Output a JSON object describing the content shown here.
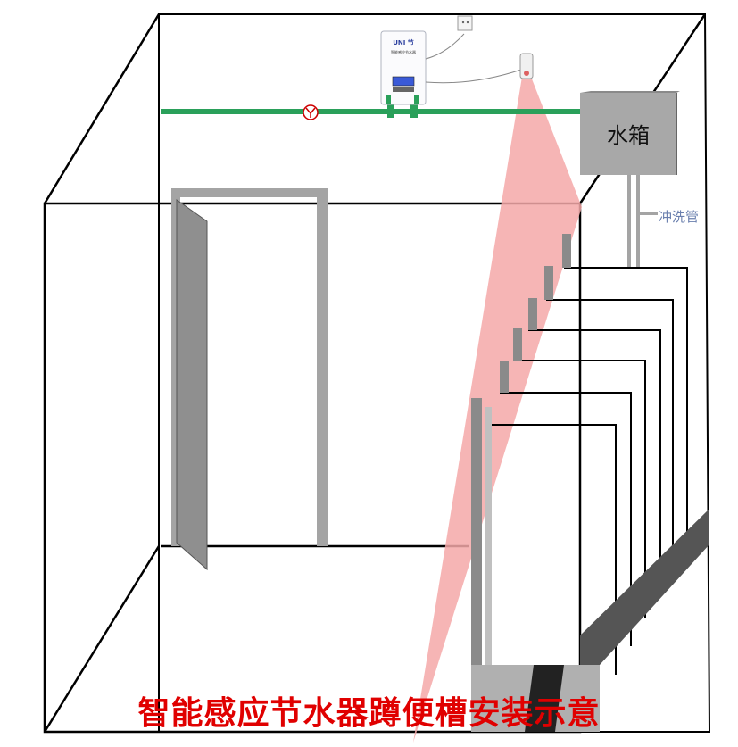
{
  "diagram": {
    "caption": "智能感应节水器蹲便槽安装示意",
    "caption_color": "#e00000",
    "water_tank": {
      "label": "水箱",
      "color": "#a8a8a8"
    },
    "flush_pipe_label": "冲洗管",
    "flush_pipe_label_color": "#6a7fae",
    "controller": {
      "brand": "UNI 节",
      "name": "智能感应节水器"
    },
    "colors": {
      "water_pipe": "#2aa05a",
      "door_frame": "#a4a4a4",
      "sensor_beam": "#f4a8a8",
      "valve": "#cc0000"
    },
    "icons": [
      "wall-outlet-icon",
      "valve-icon",
      "sensor-icon"
    ]
  }
}
